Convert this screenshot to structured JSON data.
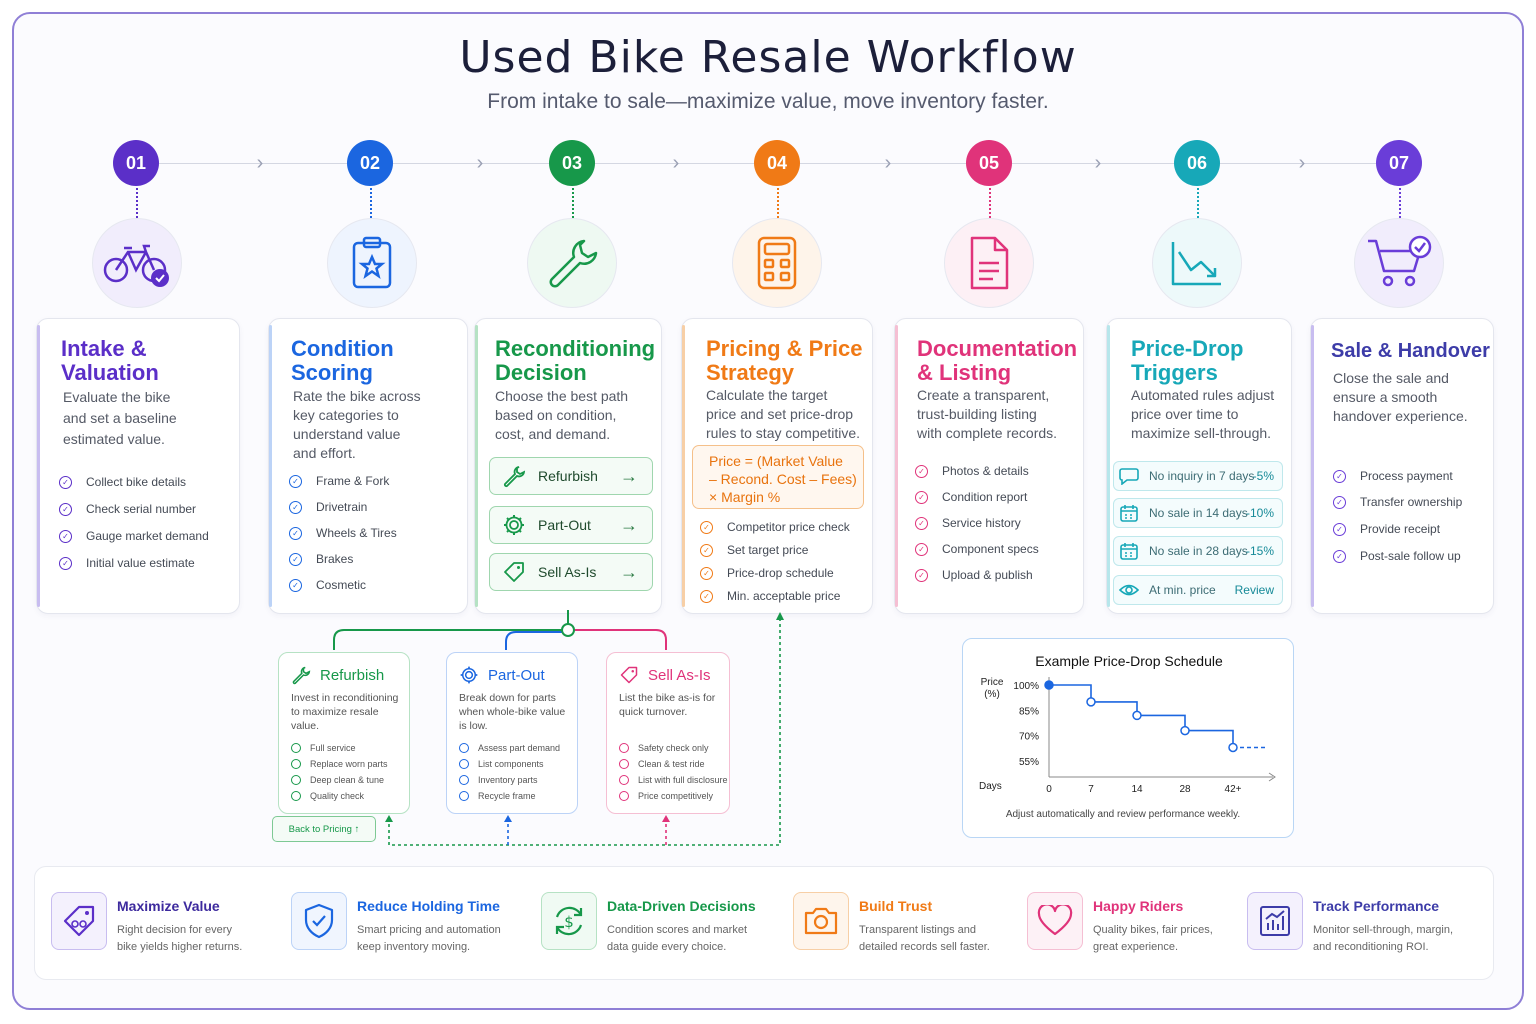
{
  "title": "Used Bike Resale Workflow",
  "subtitle": "From intake to sale—maximize value, move inventory faster.",
  "colors": {
    "s1": "#5b2fc8",
    "s2": "#1b66e0",
    "s3": "#17984a",
    "s4": "#f07a16",
    "s5": "#e0337a",
    "s6": "#17a8b8",
    "s7": "#6a3dd8"
  },
  "steps": [
    {
      "num": "01",
      "title_line1": "Intake &",
      "title_line2": "Valuation",
      "desc": [
        "Evaluate the bike",
        "and set a baseline",
        "estimated value."
      ],
      "items": [
        "Collect bike details",
        "Check serial number",
        "Gauge market demand",
        "Initial value estimate"
      ]
    },
    {
      "num": "02",
      "title_line1": "Condition",
      "title_line2": "Scoring",
      "desc": [
        "Rate the bike across",
        "key categories to",
        "understand value",
        "and effort."
      ],
      "items": [
        "Frame & Fork",
        "Drivetrain",
        "Wheels & Tires",
        "Brakes",
        "Cosmetic"
      ]
    },
    {
      "num": "03",
      "title_line1": "Reconditioning",
      "title_line2": "Decision",
      "desc": [
        "Choose the best path",
        "based on condition,",
        "cost, and demand."
      ],
      "options": [
        "Refurbish",
        "Part-Out",
        "Sell As-Is"
      ]
    },
    {
      "num": "04",
      "title_line1": "Pricing & Price",
      "title_line2": "Strategy",
      "desc": [
        "Calculate the target",
        "price and set price-drop",
        "rules to stay competitive."
      ],
      "formula": [
        "Price = (Market Value",
        "– Recond. Cost – Fees)",
        "× Margin %"
      ],
      "items": [
        "Competitor price check",
        "Set target price",
        "Price-drop schedule",
        "Min. acceptable price"
      ]
    },
    {
      "num": "05",
      "title_line1": "Documentation",
      "title_line2": "& Listing",
      "desc": [
        "Create a transparent,",
        "trust-building listing",
        "with complete records."
      ],
      "items": [
        "Photos & details",
        "Condition report",
        "Service history",
        "Component specs",
        "Upload & publish"
      ]
    },
    {
      "num": "06",
      "title_line1": "Price-Drop",
      "title_line2": "Triggers",
      "desc": [
        "Automated rules adjust",
        "price over time to",
        "maximize sell-through."
      ],
      "triggers": [
        {
          "label": "No inquiry in 7 days",
          "value": "-5%"
        },
        {
          "label": "No sale in 14 days",
          "value": "-10%"
        },
        {
          "label": "No sale in 28 days",
          "value": "-15%"
        },
        {
          "label": "At min. price",
          "value": "Review"
        }
      ]
    },
    {
      "num": "07",
      "title_line1": "Sale & Handover",
      "desc": [
        "Close the sale and",
        "ensure a smooth",
        "handover experience."
      ],
      "items": [
        "Process payment",
        "Transfer ownership",
        "Provide receipt",
        "Post-sale follow up"
      ]
    }
  ],
  "paths": [
    {
      "title": "Refurbish",
      "desc": [
        "Invest in reconditioning",
        "to maximize resale",
        "value."
      ],
      "items": [
        "Full service",
        "Replace worn parts",
        "Deep clean & tune",
        "Quality check"
      ],
      "back": "Back to Pricing"
    },
    {
      "title": "Part-Out",
      "desc": [
        "Break down for parts",
        "when whole-bike value",
        "is low."
      ],
      "items": [
        "Assess part demand",
        "List components",
        "Inventory parts",
        "Recycle frame"
      ]
    },
    {
      "title": "Sell As-Is",
      "desc": [
        "List the bike as-is for",
        "quick turnover."
      ],
      "items": [
        "Safety check only",
        "Clean & test ride",
        "List with full disclosure",
        "Price competitively"
      ]
    }
  ],
  "chart_data": {
    "type": "line",
    "title": "Example Price-Drop Schedule",
    "ylabel": "Price (%)",
    "xlabel": "Days",
    "x_ticks": [
      "0",
      "7",
      "14",
      "28",
      "42+"
    ],
    "y_ticks": [
      "100%",
      "85%",
      "70%",
      "55%"
    ],
    "series": [
      {
        "x": [
          "0",
          "7",
          "14",
          "28",
          "42+"
        ],
        "values": [
          100,
          90,
          82,
          73,
          63
        ]
      }
    ],
    "note": "Adjust automatically and review performance weekly."
  },
  "features": [
    {
      "title": "Maximize Value",
      "desc": [
        "Right decision for every",
        "bike yields higher returns."
      ]
    },
    {
      "title": "Reduce Holding Time",
      "desc": [
        "Smart pricing and automation",
        "keep inventory moving."
      ]
    },
    {
      "title": "Data-Driven Decisions",
      "desc": [
        "Condition scores and market",
        "data guide every choice."
      ]
    },
    {
      "title": "Build Trust",
      "desc": [
        "Transparent listings and",
        "detailed records sell faster."
      ]
    },
    {
      "title": "Happy Riders",
      "desc": [
        "Quality bikes, fair prices,",
        "great experience."
      ]
    },
    {
      "title": "Track Performance",
      "desc": [
        "Monitor sell-through, margin,",
        "and reconditioning ROI."
      ]
    }
  ]
}
